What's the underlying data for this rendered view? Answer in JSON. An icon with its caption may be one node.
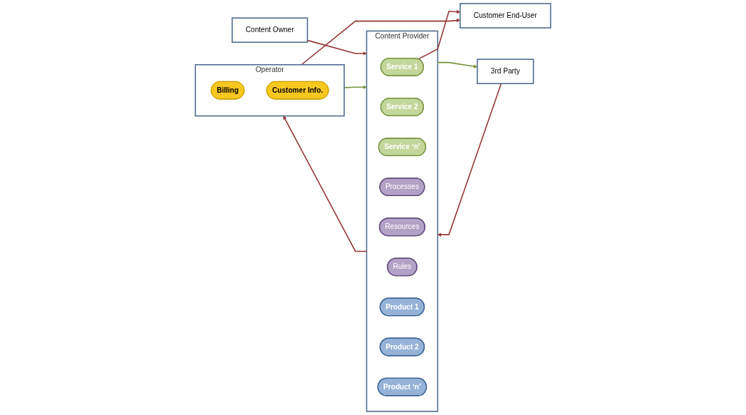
{
  "diagram": {
    "nodes": [
      {
        "text": [
          "Content Owner"
        ]
      },
      {
        "text": [
          "Content Provider"
        ]
      },
      {
        "text": [
          "Service 1"
        ],
        "in": 1
      },
      {
        "text": [
          "Service 2"
        ],
        "in": 1
      },
      {
        "text": [
          "Service ‘n’"
        ],
        "in": 1
      },
      {
        "text": [
          "Processes"
        ],
        "in": 1
      },
      {
        "text": [
          "Resources"
        ],
        "in": 1
      },
      {
        "text": [
          "Rules"
        ],
        "in": 1
      },
      {
        "text": [
          "Product 1"
        ],
        "in": 1
      },
      {
        "text": [
          "Product 2"
        ],
        "in": 1
      },
      {
        "text": [
          "Product ‘n’"
        ],
        "in": 1
      },
      {
        "text": [
          "Operator"
        ]
      },
      {
        "text": [
          "Billing"
        ],
        "in": 11
      },
      {
        "text": [
          "Customer Info."
        ],
        "in": 11
      },
      {
        "text": [
          "3rd Party"
        ]
      },
      {
        "text": [
          "Customer End-User"
        ]
      }
    ],
    "edges": [
      {
        "from": 0,
        "to": 1,
        "arrow": "to"
      },
      {
        "from": 2,
        "to": 15,
        "arrow": "to"
      },
      {
        "from": 1,
        "to": 11,
        "arrow": "to"
      },
      {
        "from": 11,
        "to": 1,
        "arrow": "to",
        "color": "#77933c"
      },
      {
        "from": 1,
        "to": 14,
        "arrow": "to",
        "color": "#77933c"
      },
      {
        "from": 14,
        "to": 1,
        "arrow": "to"
      },
      {
        "from": 11,
        "to": 15,
        "arrow": "to"
      }
    ]
  }
}
